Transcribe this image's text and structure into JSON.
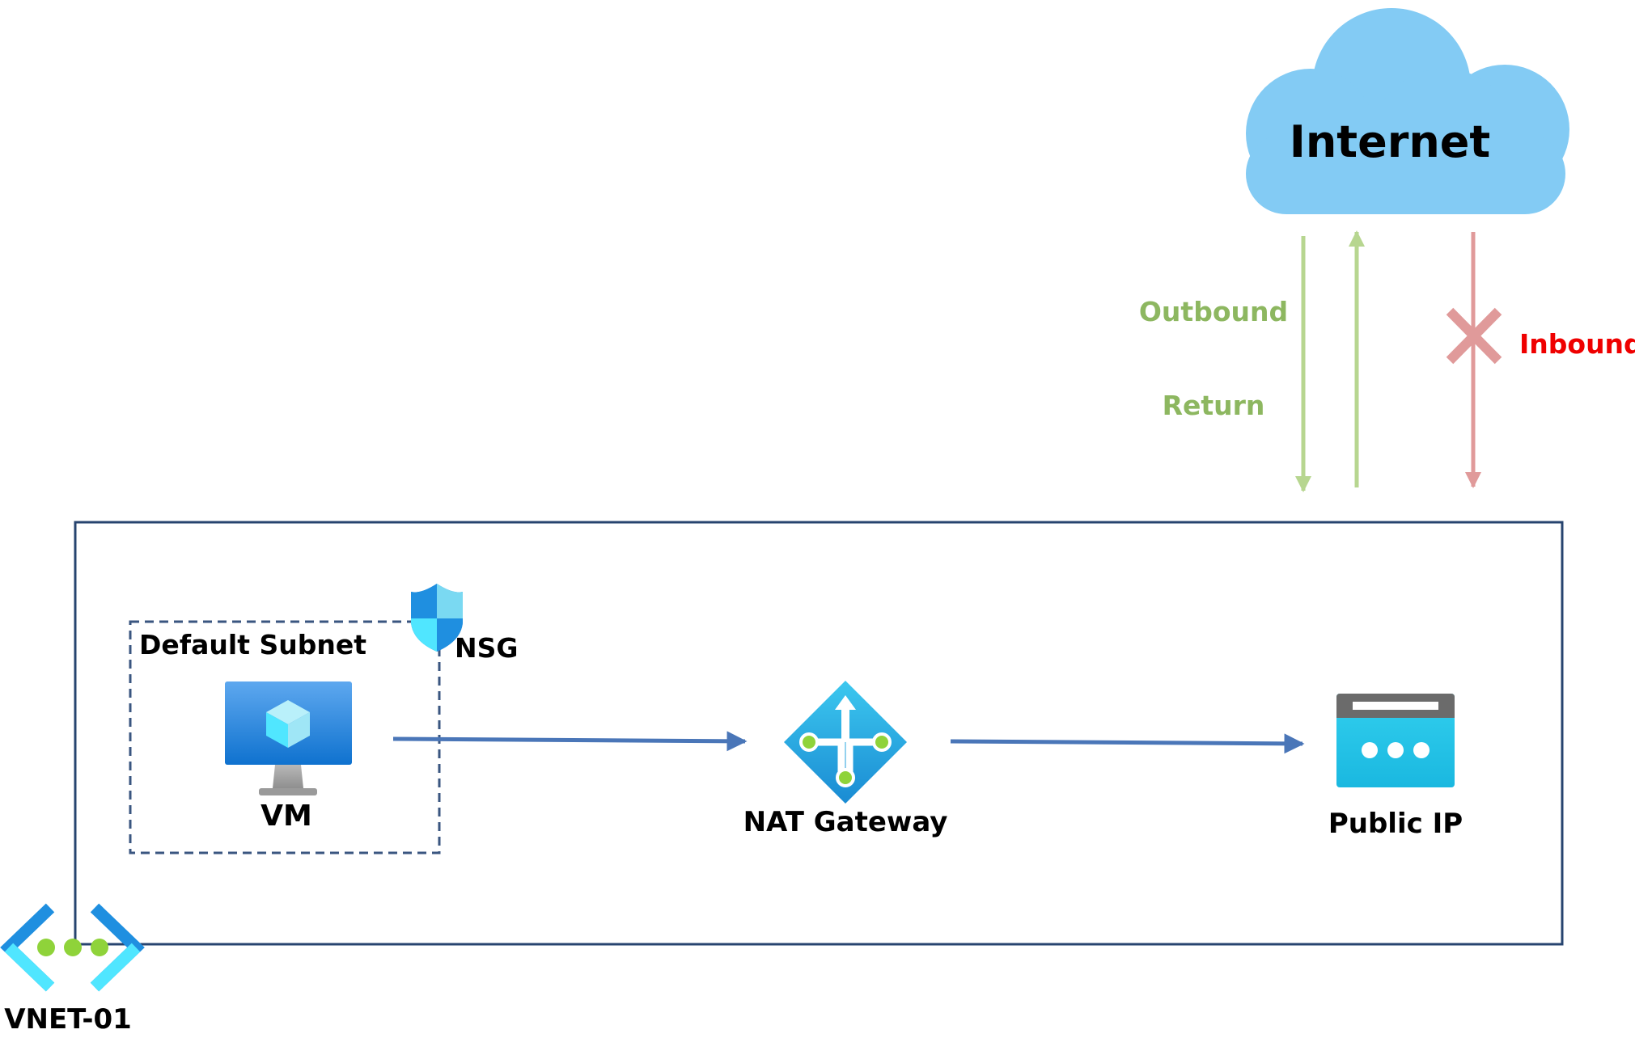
{
  "internet": {
    "label": "Internet"
  },
  "flows": {
    "outbound_label": "Outbound",
    "return_label": "Return",
    "inbound_label": "Inbound"
  },
  "vnet": {
    "label": "VNET-01"
  },
  "subnet": {
    "label": "Default Subnet"
  },
  "nsg": {
    "label": "NSG"
  },
  "vm": {
    "label": "VM"
  },
  "nat_gateway": {
    "label": "NAT Gateway"
  },
  "public_ip": {
    "label": "Public IP"
  },
  "colors": {
    "cloud": "#83cbf4",
    "allowed_flow": "#b7d690",
    "allowed_text": "#8db760",
    "blocked_flow": "#e09a9a",
    "blocked_text": "#ef0000",
    "connector": "#4a76b8",
    "vnet_border": "#27446f",
    "subnet_border": "#3a5680",
    "azure_blue": "#1f8fe0",
    "azure_cyan": "#50e6ff",
    "green_dot": "#8fd33a"
  }
}
